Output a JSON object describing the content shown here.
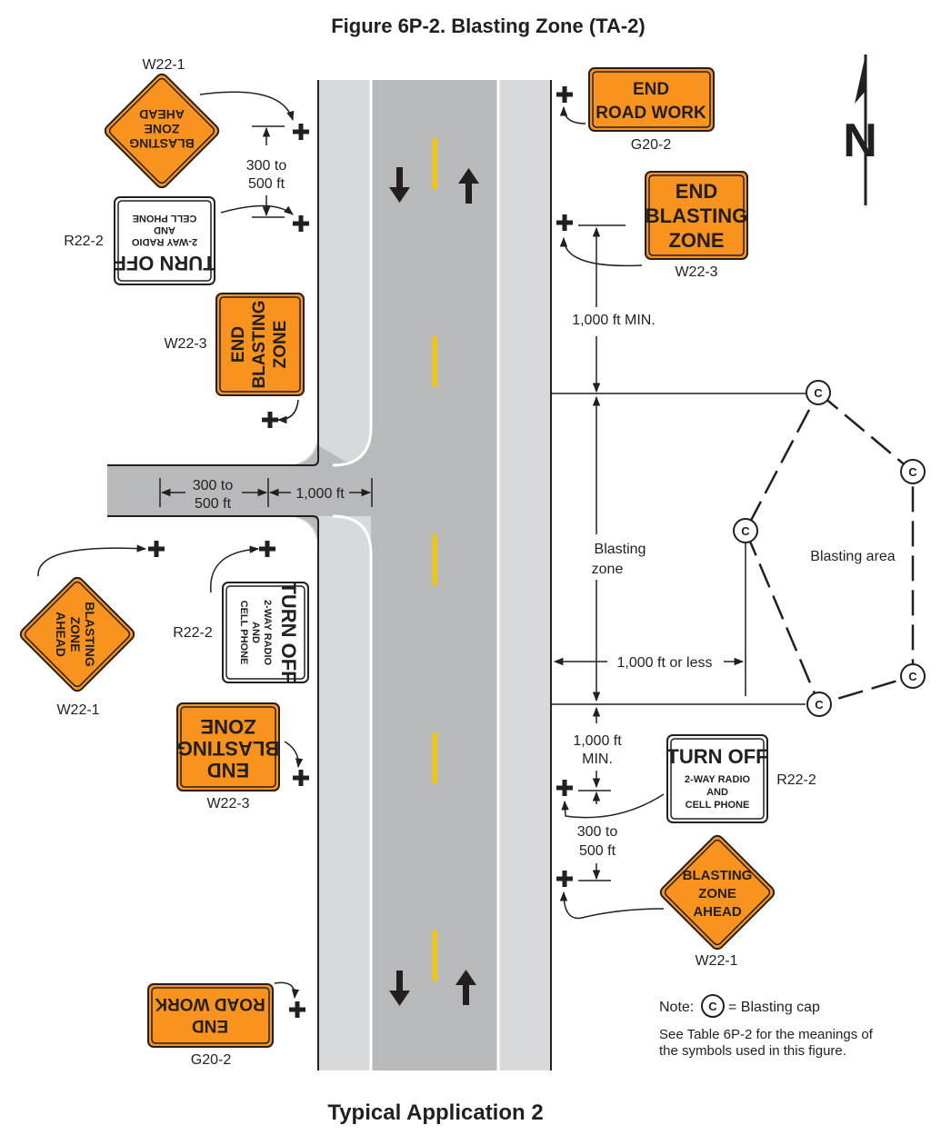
{
  "figure_title": "Figure 6P-2.  Blasting Zone (TA-2)",
  "caption": "Typical Application 2",
  "north_label": "N",
  "colors": {
    "sign_orange": "#f7931e",
    "shoulder": "#d8d9db",
    "roadway": "#b8b9bb",
    "centerline": "#f7c600",
    "ink": "#231f20"
  },
  "signs": {
    "w22_1": {
      "code": "W22-1",
      "line1": "BLASTING",
      "line2": "ZONE",
      "line3": "AHEAD"
    },
    "r22_2": {
      "code": "R22-2",
      "line1": "TURN OFF",
      "line2": "2-WAY RADIO",
      "line3": "AND",
      "line4": "CELL PHONE"
    },
    "w22_3": {
      "code": "W22-3",
      "line1": "END",
      "line2": "BLASTING",
      "line3": "ZONE"
    },
    "g20_2": {
      "code": "G20-2",
      "line1": "END",
      "line2": "ROAD WORK"
    }
  },
  "dimensions": {
    "spacing_300_500_line1": "300 to",
    "spacing_300_500_line2": "500 ft",
    "ft_1000": "1,000 ft",
    "ft_1000_min": "1,000 ft MIN.",
    "ft_1000_line1": "1,000 ft",
    "min_line2": "MIN.",
    "ft_1000_or_less": "1,000 ft or less",
    "blasting_zone_line1": "Blasting",
    "blasting_zone_line2": "zone",
    "blasting_area": "Blasting area"
  },
  "note": {
    "label": "Note:",
    "cap_symbol": "C",
    "cap_meaning": "= Blasting cap",
    "line1": "See Table 6P-2 for the meanings of",
    "line2": "the symbols used in this figure."
  }
}
